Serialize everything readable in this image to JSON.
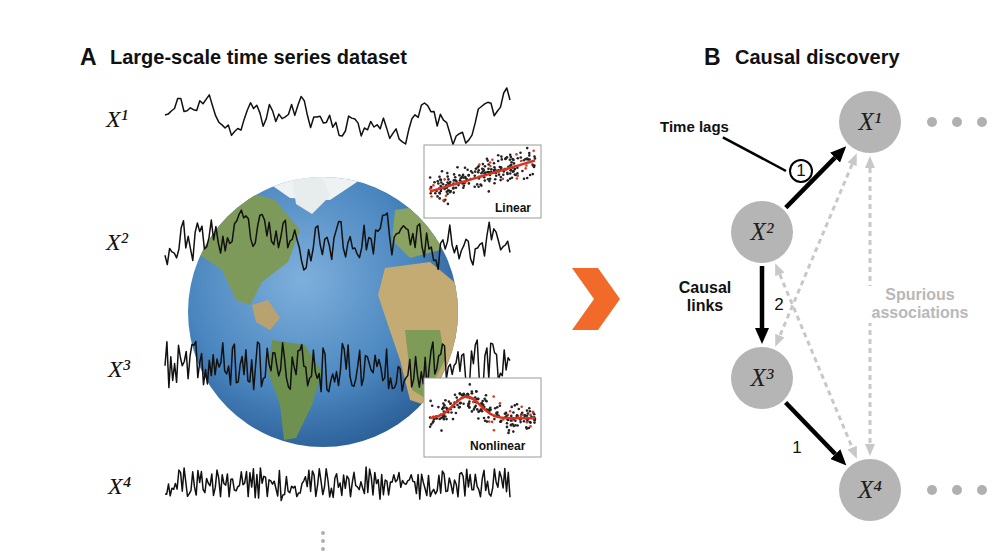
{
  "diagram": {
    "nodes": [
      {
        "text": [
          "X¹"
        ]
      },
      {
        "text": [
          "X²"
        ]
      },
      {
        "text": [
          "X³"
        ]
      },
      {
        "text": [
          "X⁴"
        ]
      }
    ],
    "edges": [
      {
        "from": 1,
        "to": 0,
        "arrow": "to",
        "label": "1"
      },
      {
        "from": 1,
        "to": 2,
        "arrow": "to",
        "label": "2"
      },
      {
        "from": 2,
        "to": 3,
        "arrow": "to",
        "label": "1"
      },
      {
        "from": 0,
        "to": 2,
        "arrow": "both"
      },
      {
        "from": 0,
        "to": 3,
        "arrow": "both"
      },
      {
        "from": 1,
        "to": 3,
        "arrow": "both"
      }
    ],
    "labels": [
      "A",
      "Large-scale time series dataset",
      "X¹",
      "X²",
      "X³",
      "X⁴",
      "Linear",
      "Nonlinear",
      "B",
      "Causal discovery",
      "Time lags",
      "Causal links",
      "Spurious associations"
    ]
  }
}
